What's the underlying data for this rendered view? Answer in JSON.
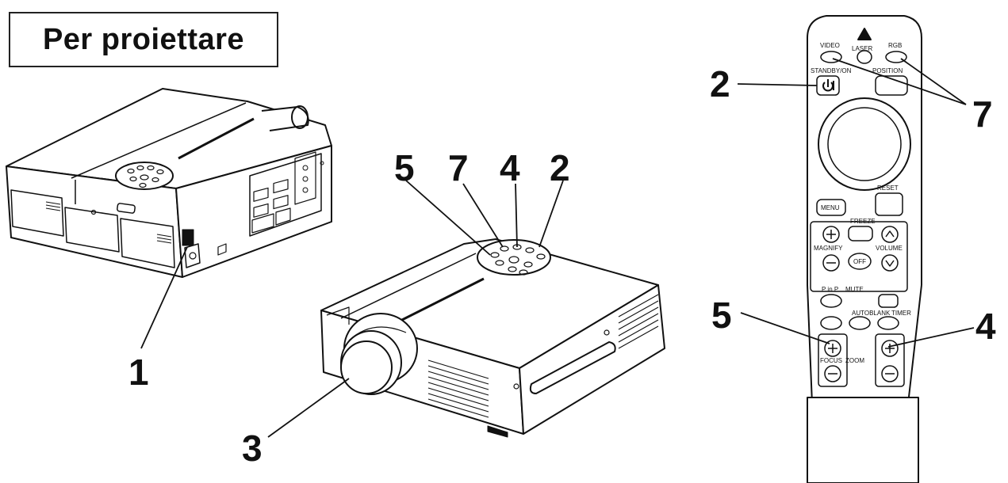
{
  "title": "Per proiettare",
  "callouts": {
    "c1": "1",
    "c3": "3",
    "top5": "5",
    "top7": "7",
    "top4": "4",
    "top2": "2",
    "remote2": "2",
    "remote7": "7",
    "remote5": "5",
    "remote4": "4"
  },
  "remote_labels": {
    "video": "VIDEO",
    "laser": "LASER",
    "rgb": "RGB",
    "standby": "STANDBY/ON",
    "position": "POSITION",
    "menu": "MENU",
    "reset": "RESET",
    "freeze": "FREEZE",
    "magnify": "MAGNIFY",
    "off": "OFF",
    "volume": "VOLUME",
    "pinp": "P in P",
    "mute": "MUTE",
    "autoblank": "AUTOBLANK",
    "timer": "TIMER",
    "focus": "FOCUS",
    "zoom": "ZOOM",
    "plus": "+",
    "minus": "−"
  }
}
